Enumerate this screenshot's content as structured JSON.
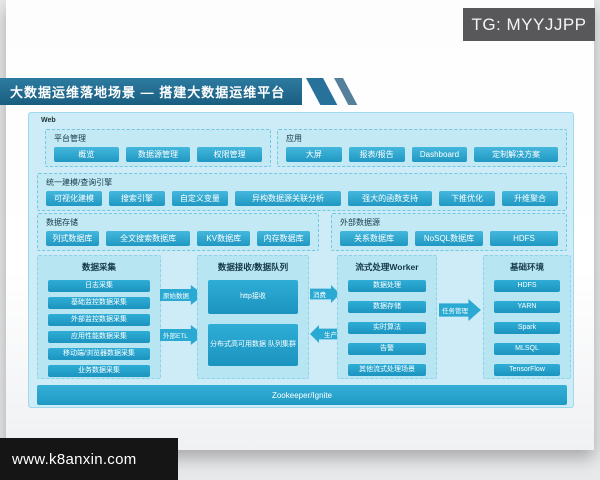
{
  "watermarks": {
    "top": "TG: MYYJJPP",
    "bottom": "www.k8anxin.com"
  },
  "title": "大数据运维落地场景 — 搭建大数据运维平台",
  "web_label": "Web",
  "sections": {
    "platform": {
      "label": "平台管理",
      "buttons": [
        "概览",
        "数据源管理",
        "权限管理"
      ]
    },
    "app": {
      "label": "应用",
      "buttons": [
        "大屏",
        "报表/报告",
        "Dashboard",
        "定制解决方案"
      ]
    },
    "engine": {
      "label": "统一建模/查询引擎",
      "buttons": [
        "可视化建模",
        "搜索引擎",
        "自定义变量",
        "异构数据源关联分析",
        "强大的函数支持",
        "下推优化",
        "升维聚合"
      ]
    },
    "storage": {
      "label": "数据存储",
      "buttons": [
        "列式数据库",
        "全文搜索数据库",
        "KV数据库",
        "内存数据库"
      ]
    },
    "external": {
      "label": "外部数据源",
      "buttons": [
        "关系数据库",
        "NoSQL数据库",
        "HDFS"
      ]
    }
  },
  "columns": {
    "collect": {
      "title": "数据采集",
      "items": [
        "日志采集",
        "基础监控数据采集",
        "外部监控数据采集",
        "应用性能数据采集",
        "移动端/浏览器数据采集",
        "业务数据采集"
      ]
    },
    "queue": {
      "title": "数据接收/数据队列",
      "box1": "http接收",
      "box2": "分布式高可用数据 队列集群"
    },
    "stream": {
      "title": "流式处理Worker",
      "items": [
        "数据处理",
        "数据存储",
        "实时算法",
        "告警",
        "其他流式处理场景"
      ]
    },
    "base": {
      "title": "基础环境",
      "items": [
        "HDFS",
        "YARN",
        "Spark",
        "MLSQL",
        "TensorFlow"
      ]
    }
  },
  "arrows": {
    "raw": "原始数据",
    "etl": "外部ETL",
    "consume": "消费",
    "produce": "生产",
    "task": "任务管理"
  },
  "bottom_bar": "Zookeeper/Ignite",
  "colors": {
    "accent_teal": "#2aa9d2",
    "title_band": "#1d6285",
    "panel_bg": "#cdecf7",
    "badge_bg": "#58585a",
    "footer_bg": "#151515"
  }
}
